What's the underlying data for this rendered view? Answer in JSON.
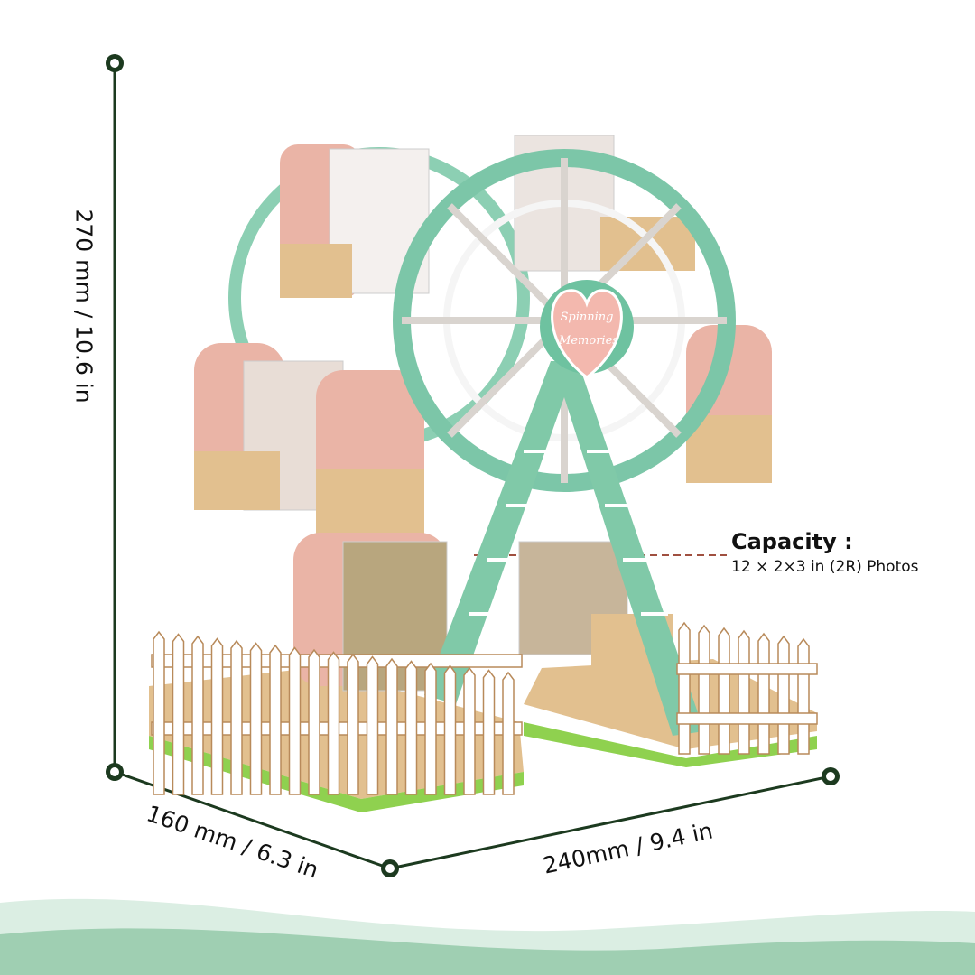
{
  "dimensions": {
    "height_label": "270 mm / 10.6 in",
    "depth_label": "160 mm / 6.3 in",
    "width_label": "240mm / 9.4 in"
  },
  "capacity": {
    "title": "Capacity :",
    "detail": "12 × 2×3 in (2R) Photos"
  },
  "product": {
    "heart_text_line1": "Spinning",
    "heart_text_line2": "Memories"
  },
  "colors": {
    "marker": "#1c3a1f",
    "wheel_green": "#7cc6a8",
    "cabin_pink": "#eab4a6",
    "wood": "#e2c08f",
    "grass": "#8fd14f",
    "wave_light": "#dbeee3",
    "wave_dark": "#9fcfb2"
  }
}
